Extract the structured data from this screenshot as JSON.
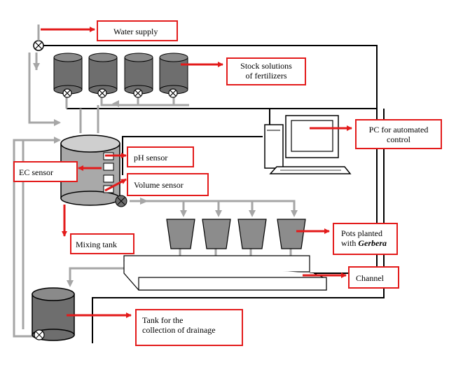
{
  "labels": {
    "water_supply": "Water supply",
    "stock_solutions_1": "Stock solutions",
    "stock_solutions_2": "of fertilizers",
    "pc_1": "PC for automated",
    "pc_2": "control",
    "ph_sensor": "pH sensor",
    "ec_sensor": "EC sensor",
    "volume_sensor": "Volume sensor",
    "mixing_tank": "Mixing tank",
    "pots_1": "Pots planted",
    "pots_2_prefix": "with ",
    "pots_2_emph": "Gerbera",
    "channel": "Channel",
    "drain_1": "Tank for the",
    "drain_2": "collection of drainage"
  },
  "colors": {
    "label_border": "#e31b1b",
    "arrow": "#e31b1b",
    "pipe_black": "#000000",
    "pipe_gray": "#a6a6a6",
    "tank_dark": "#6e6e6e",
    "tank_light": "#a9a9a9",
    "pot_gray": "#8c8c8c"
  }
}
